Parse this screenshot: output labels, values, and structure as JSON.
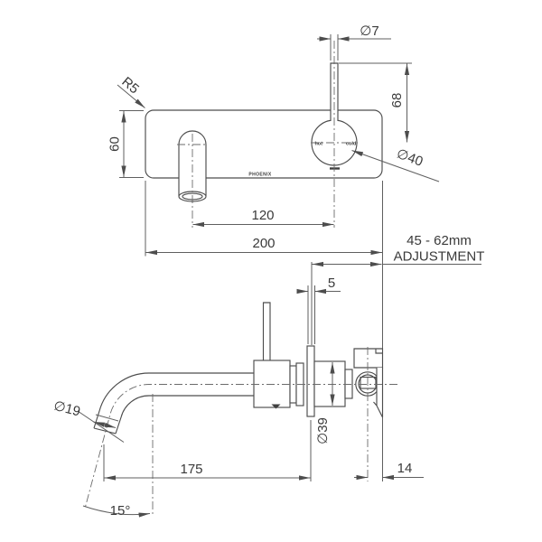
{
  "drawing": {
    "title_hint": "tapware installation dimension drawing",
    "front": {
      "corner_radius": "R5",
      "plate_height": "60",
      "lever_diameter": "∅7",
      "lever_height": "68",
      "dial_diameter": "∅40",
      "spout_to_dial": "120",
      "plate_width": "200",
      "hot": "hot",
      "cold": "cold",
      "brand": "PHOENIX"
    },
    "side": {
      "flange_thickness": "5",
      "body_diameter": "∅39",
      "spout_diameter": "∅19",
      "spout_reach": "175",
      "inlet_offset": "14",
      "spout_angle": "15°"
    },
    "note": {
      "line1": "45 - 62mm",
      "line2": "ADJUSTMENT"
    }
  },
  "colors": {
    "background": "#ffffff",
    "object_line": "#4d4d4d",
    "dimension_line": "#5f5f5f",
    "text": "#3a3a3a"
  }
}
